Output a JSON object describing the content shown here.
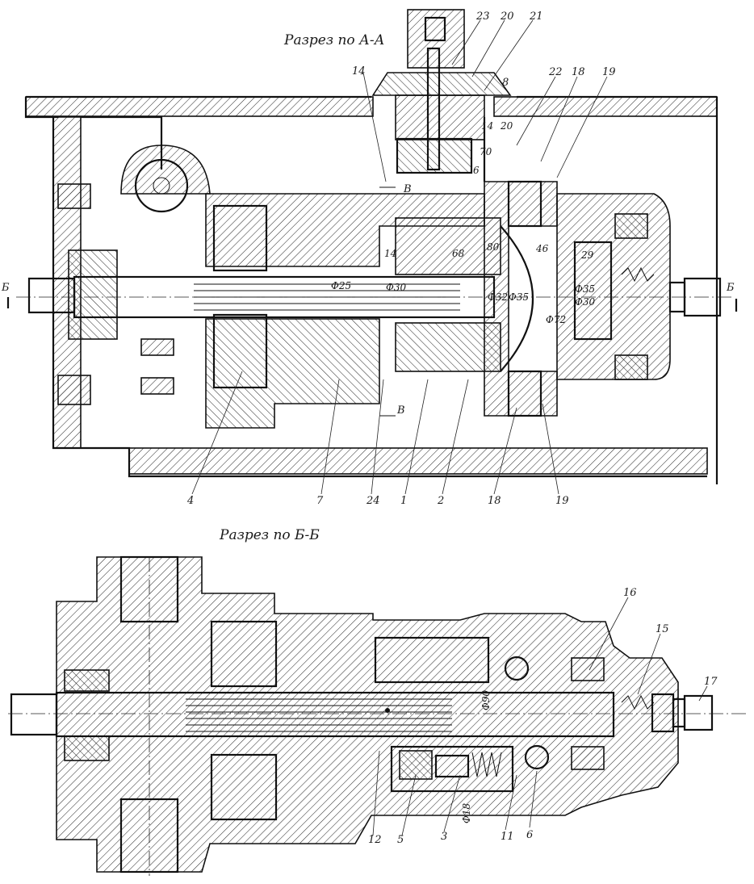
{
  "sections": {
    "aa": "Разрез по А-А",
    "bb": "Разрез по Б-Б"
  },
  "section_marks": {
    "b_left": "Б",
    "b_right": "Б",
    "v_top": "В",
    "v_bottom": "В"
  },
  "callouts_aa": {
    "c23": "23",
    "c20": "20",
    "c21": "21",
    "c14": "14",
    "c22": "22",
    "c18": "18",
    "c19": "19",
    "c4": "4",
    "c7": "7",
    "c24": "24",
    "c1": "1",
    "c2": "2",
    "c18b": "18",
    "c19b": "19",
    "c8": "8"
  },
  "callouts_bb": {
    "c16": "16",
    "c15": "15",
    "c17": "17",
    "c12": "12",
    "c5": "5",
    "c3": "3",
    "c11": "11",
    "c6": "6"
  },
  "dimensions": {
    "d14": "14",
    "d68": "68",
    "d80": "80",
    "d46": "46",
    "d29": "29",
    "phi25": "Φ25",
    "phi30": "Φ30",
    "phi32": "Φ32",
    "phi35": "Φ35",
    "phi72": "Φ72",
    "phi35b": "Φ35",
    "phi30b": "Φ30",
    "d20": "20",
    "d70": "70",
    "d14b": "14",
    "d6": "6",
    "phi90": "Φ90",
    "phi18": "Φ18"
  },
  "colors": {
    "ink": "#111111",
    "paper": "#ffffff"
  }
}
